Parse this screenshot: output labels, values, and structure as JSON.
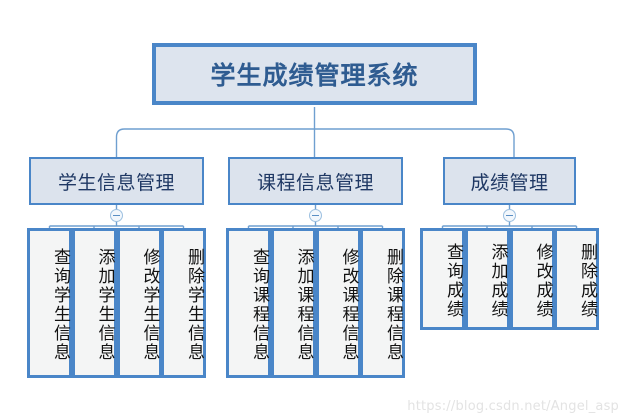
{
  "diagram": {
    "type": "org-chart",
    "title": "学生成绩管理系统",
    "root": {
      "label": "学生成绩管理系统"
    },
    "branches": [
      {
        "label": "学生信息管理",
        "collapse_marker": "minus-circle",
        "leaves": [
          {
            "label": "查询学生信息"
          },
          {
            "label": "添加学生信息"
          },
          {
            "label": "修改学生信息"
          },
          {
            "label": "删除学生信息"
          }
        ]
      },
      {
        "label": "课程信息管理",
        "collapse_marker": "minus-circle",
        "leaves": [
          {
            "label": "查询课程信息"
          },
          {
            "label": "添加课程信息"
          },
          {
            "label": "修改课程信息"
          },
          {
            "label": "删除课程信息"
          }
        ]
      },
      {
        "label": "成绩管理",
        "collapse_marker": "minus-circle",
        "leaves": [
          {
            "label": "查询成绩"
          },
          {
            "label": "添加成绩"
          },
          {
            "label": "修改成绩"
          },
          {
            "label": "删除成绩"
          }
        ]
      }
    ]
  },
  "watermark": {
    "text": "https://blog.csdn.net/Angel_asp"
  },
  "colors": {
    "background": "#ffffff",
    "root_border": "#4a86c8",
    "root_fill": "#dde4ee",
    "root_text": "#2f5c91",
    "level2_border": "#4a86c8",
    "level2_fill": "#dce3ed",
    "level2_text": "#1f3864",
    "leaf_border": "#4a86c8",
    "leaf_fill": "#f4f5f5",
    "leaf_text": "#121212",
    "connector": "#6f9fd0",
    "watermark_text": "#e3e3e3"
  }
}
